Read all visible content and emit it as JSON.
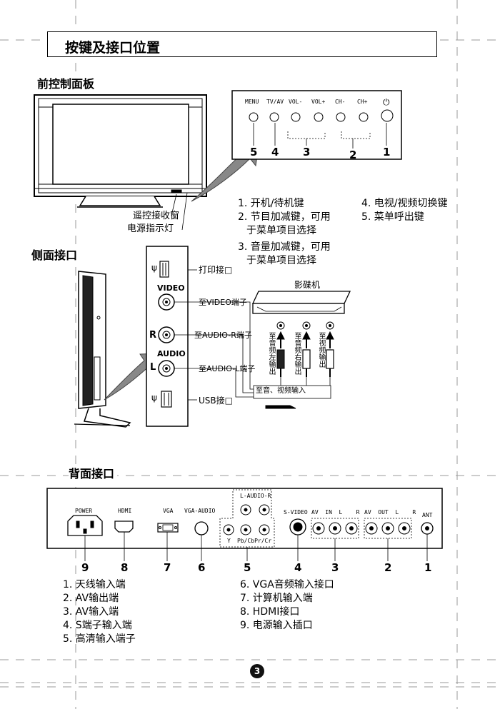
{
  "section_title": "按键及接口位置",
  "front_panel": {
    "heading": "前控制面板",
    "buttons": [
      "MENU",
      "TV/AV",
      "VOL-",
      "VOL+",
      "CH-",
      "CH+"
    ],
    "power_icon": "power-icon",
    "callout_numbers": [
      "5",
      "4",
      "3",
      "2",
      "1"
    ],
    "remote_window": "遥控接收窗",
    "power_led": "电源指示灯",
    "legend_left": [
      "1. 开机/待机键",
      "2. 节目加减键，可用",
      "   于菜单项目选择",
      "3. 音量加减键，可用",
      "   于菜单项目选择"
    ],
    "legend_right": [
      "4. 电视/视频切换键",
      "5. 菜单呼出键"
    ]
  },
  "side_panel": {
    "heading": "侧面接口",
    "video_label": "VIDEO",
    "audio_label": "AUDIO",
    "r_label": "R",
    "l_label": "L",
    "usb_icon": "usb-icon",
    "print_port": "打印接□",
    "to_video": "至VIDEO端子",
    "to_audio_r": "至AUDIO-R端子",
    "to_audio_l": "至AUDIO-L端子",
    "usb_port": "USB接□",
    "dvd_player": "影碟机",
    "to_left_audio_out": "至音频左输出",
    "to_right_audio_out": "至音频右输出",
    "to_video_out": "至视频输出",
    "to_av_input": "至音、视频输入"
  },
  "rear_panel": {
    "heading": "背面接口",
    "port_labels": {
      "power": "POWER",
      "hdmi": "HDMI",
      "vga": "VGA",
      "vga_audio": "VGA-AUDIO",
      "l_audio_r": "L-AUDIO-R",
      "y": "Y",
      "pbcb_prcr": "Pb/CbPr/Cr",
      "s_video": "S-VIDEO",
      "av_in": "AV  IN  L    R",
      "av_out": "AV  OUT  L    R",
      "ant": "ANT"
    },
    "callout_numbers": [
      "9",
      "8",
      "7",
      "6",
      "5",
      "4",
      "3",
      "2",
      "1"
    ],
    "legend_left": [
      "1. 天线输入端",
      "2. AV输出端",
      "3. AV输入端",
      "4. S端子输入端",
      "5. 高清输入端子"
    ],
    "legend_right": [
      "6. VGA音频输入接口",
      "7. 计算机输入端",
      "8. HDMI接口",
      "9. 电源输入插口"
    ]
  },
  "page_number": "3"
}
